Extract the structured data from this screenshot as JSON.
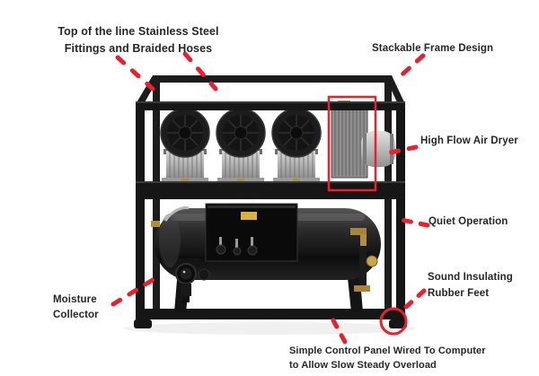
{
  "product_graphic": {
    "description": "Annotated product image of a stackable quiet air compressor with air dryer",
    "colors": {
      "annotation_red": "#e8212e",
      "label_text": "#262626",
      "background": "#ffffff",
      "frame_black": "#161616"
    },
    "annotations": {
      "fittings_hoses": {
        "line1": "Top of the line Stainless Steel",
        "line2": "Fittings and Braided Hoses"
      },
      "stackable_frame": {
        "label": "Stackable Frame Design"
      },
      "air_dryer": {
        "label": "High Flow Air Dryer"
      },
      "quiet_operation": {
        "label": "Quiet Operation"
      },
      "rubber_feet": {
        "line1": "Sound Insulating",
        "line2": "Rubber Feet"
      },
      "moisture_collector": {
        "line1": "Moisture",
        "line2": "Collector"
      },
      "control_panel": {
        "line1": "Simple Control Panel Wired To Computer",
        "line2": "to Allow Slow Steady Overload"
      }
    }
  }
}
